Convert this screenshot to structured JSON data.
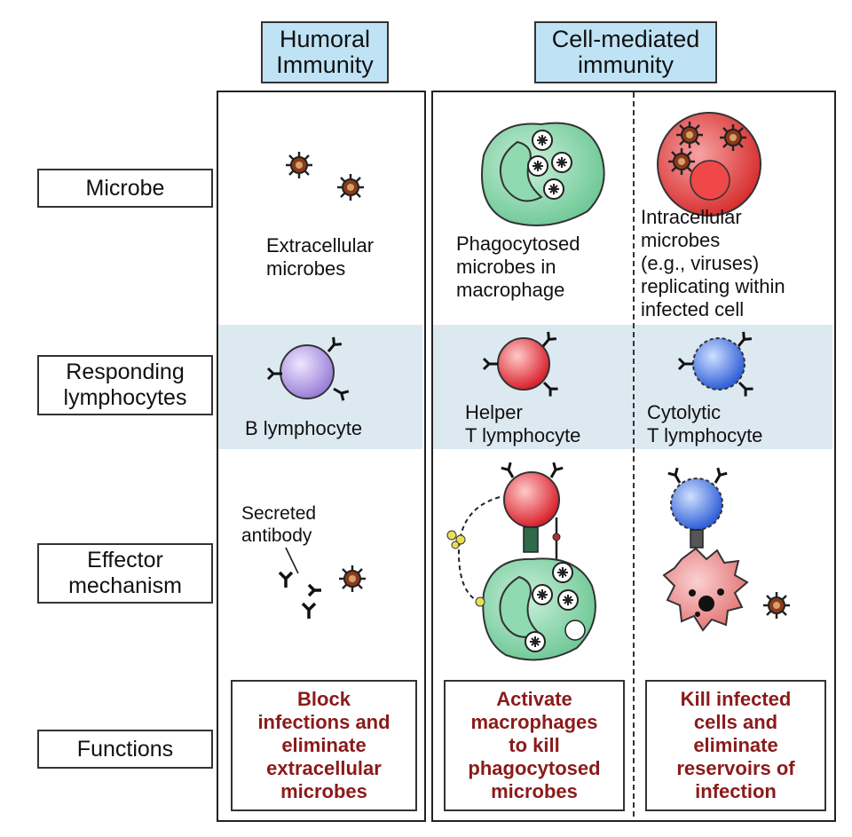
{
  "headers": {
    "humoral": [
      "Humoral",
      "Immunity"
    ],
    "cell_mediated": [
      "Cell-mediated",
      "immunity"
    ]
  },
  "rows": {
    "microbe": [
      "Microbe"
    ],
    "responding": [
      "Responding",
      "lymphocytes"
    ],
    "effector": [
      "Effector",
      "mechanism"
    ],
    "functions": [
      "Functions"
    ]
  },
  "microbe_labels": {
    "humoral": [
      "Extracellular",
      "microbes"
    ],
    "helper": [
      "Phagocytosed",
      "microbes in",
      "macrophage"
    ],
    "cytolytic": [
      "Intracellular",
      "microbes",
      "(e.g., viruses)",
      "replicating within",
      "infected cell"
    ]
  },
  "lymphocyte_labels": {
    "humoral": [
      "B lymphocyte"
    ],
    "helper": [
      "Helper",
      "T lymphocyte"
    ],
    "cytolytic": [
      "Cytolytic",
      "T lymphocyte"
    ]
  },
  "effector_labels": {
    "antibody": [
      "Secreted",
      "antibody"
    ]
  },
  "functions": {
    "humoral": [
      "Block",
      "infections and",
      "eliminate",
      "extracellular",
      "microbes"
    ],
    "helper": [
      "Activate",
      "macrophages",
      "to kill",
      "phagocytosed",
      "microbes"
    ],
    "cytolytic": [
      "Kill infected",
      "cells and",
      "eliminate",
      "reservoirs of",
      "infection"
    ]
  },
  "colors": {
    "header_fill": "#bfe3f5",
    "band_fill": "#dde9f1",
    "function_text": "#8b1a1a",
    "macrophage": "#8fdab0",
    "infected_cell": "#e23b3b",
    "b_cell": "#a98ce0",
    "helper_t": "#e0303a",
    "cytolytic_t": "#3a6de0"
  }
}
